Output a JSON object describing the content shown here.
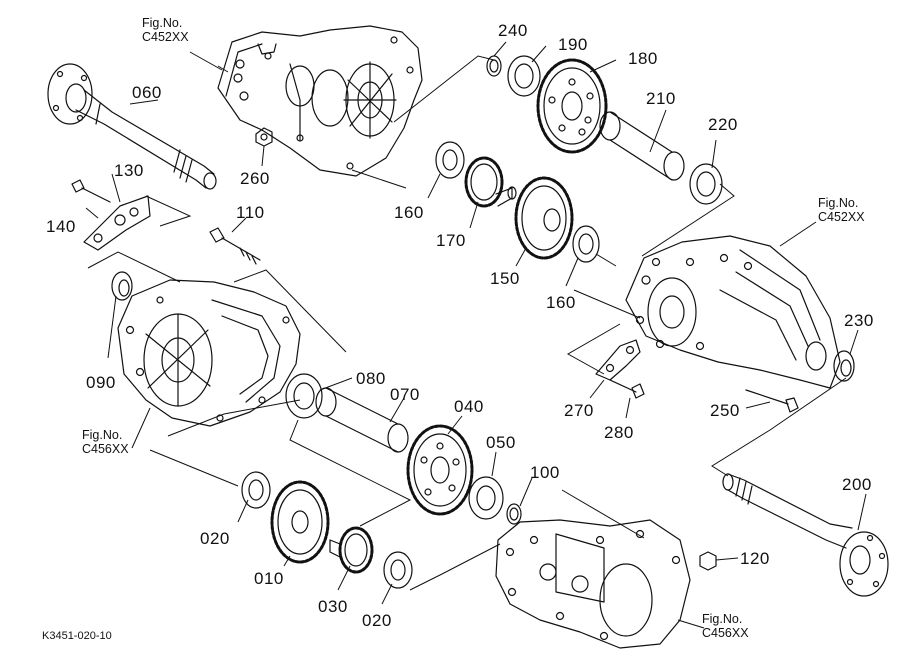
{
  "diagram_code": "K3451-020-10",
  "fig_refs": [
    {
      "id": "c452-top",
      "line1": "Fig.No.",
      "line2": "C452XX"
    },
    {
      "id": "c452-right",
      "line1": "Fig.No.",
      "line2": "C452XX"
    },
    {
      "id": "c456-left",
      "line1": "Fig.No.",
      "line2": "C456XX"
    },
    {
      "id": "c456-bottom",
      "line1": "Fig.No.",
      "line2": "C456XX"
    }
  ],
  "parts": {
    "p010": "010",
    "p020a": "020",
    "p020b": "020",
    "p030": "030",
    "p040": "040",
    "p050": "050",
    "p060": "060",
    "p070": "070",
    "p080": "080",
    "p090": "090",
    "p100": "100",
    "p110": "110",
    "p120": "120",
    "p130": "130",
    "p140": "140",
    "p150": "150",
    "p160a": "160",
    "p160b": "160",
    "p170": "170",
    "p180": "180",
    "p190": "190",
    "p200": "200",
    "p210": "210",
    "p220": "220",
    "p230": "230",
    "p240": "240",
    "p250": "250",
    "p260": "260",
    "p270": "270",
    "p280": "280"
  }
}
